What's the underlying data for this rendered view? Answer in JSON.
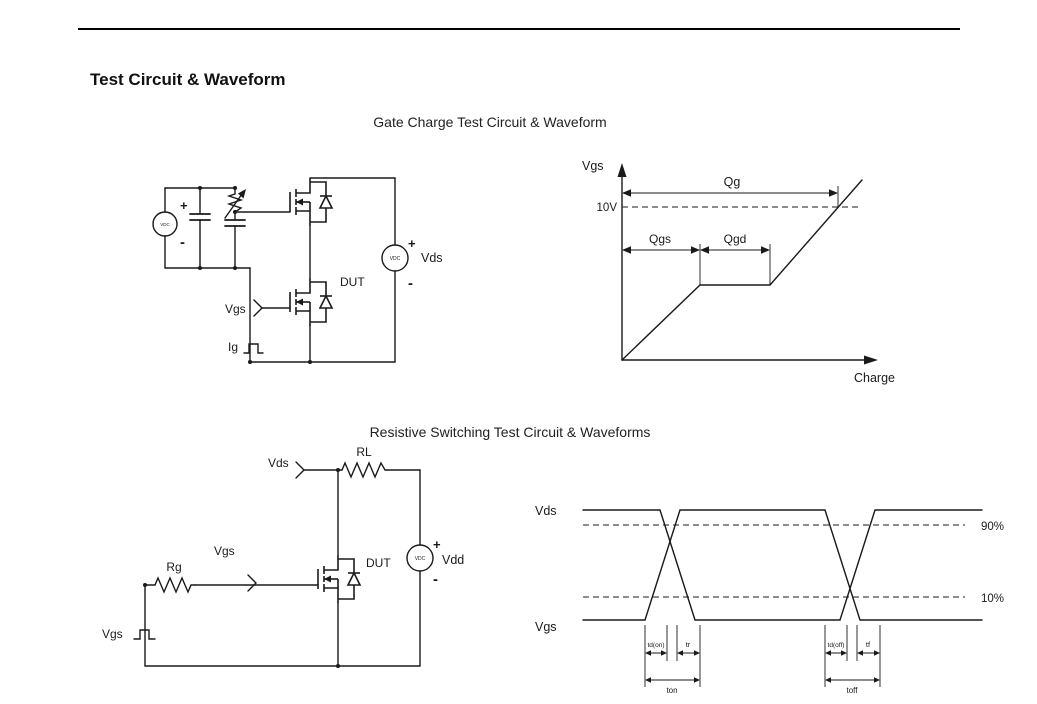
{
  "page": {
    "section_title": "Test Circuit & Waveform"
  },
  "gate_charge": {
    "caption": "Gate Charge Test Circuit & Waveform",
    "circuit": {
      "supply_label": "VDC",
      "supply_plus": "+",
      "supply_minus": "-",
      "drain_supply_label": "VDC",
      "drain_supply_plus": "+",
      "drain_supply_minus": "-",
      "vds_label": "Vds",
      "dut_label": "DUT",
      "vgs_label": "Vgs",
      "ig_label": "Ig"
    },
    "waveform": {
      "y_axis": "Vgs",
      "x_axis": "Charge",
      "level_10v": "10V",
      "qg": "Qg",
      "qgs": "Qgs",
      "qgd": "Qgd"
    }
  },
  "resistive_switching": {
    "caption": "Resistive Switching Test Circuit & Waveforms",
    "circuit": {
      "vds_label": "Vds",
      "rl_label": "RL",
      "rg_label": "Rg",
      "vgs_label": "Vgs",
      "dut_label": "DUT",
      "supply_label": "VDC",
      "supply_plus": "+",
      "supply_minus": "-",
      "vdd_label": "Vdd",
      "vgs_input_label": "Vgs"
    },
    "waveform": {
      "vds_label": "Vds",
      "vgs_label": "Vgs",
      "level_90": "90%",
      "level_10": "10%",
      "td_on": "td(on)",
      "tr": "tr",
      "td_off": "td(off)",
      "tf": "tf",
      "t_on": "ton",
      "t_off": "toff"
    }
  }
}
